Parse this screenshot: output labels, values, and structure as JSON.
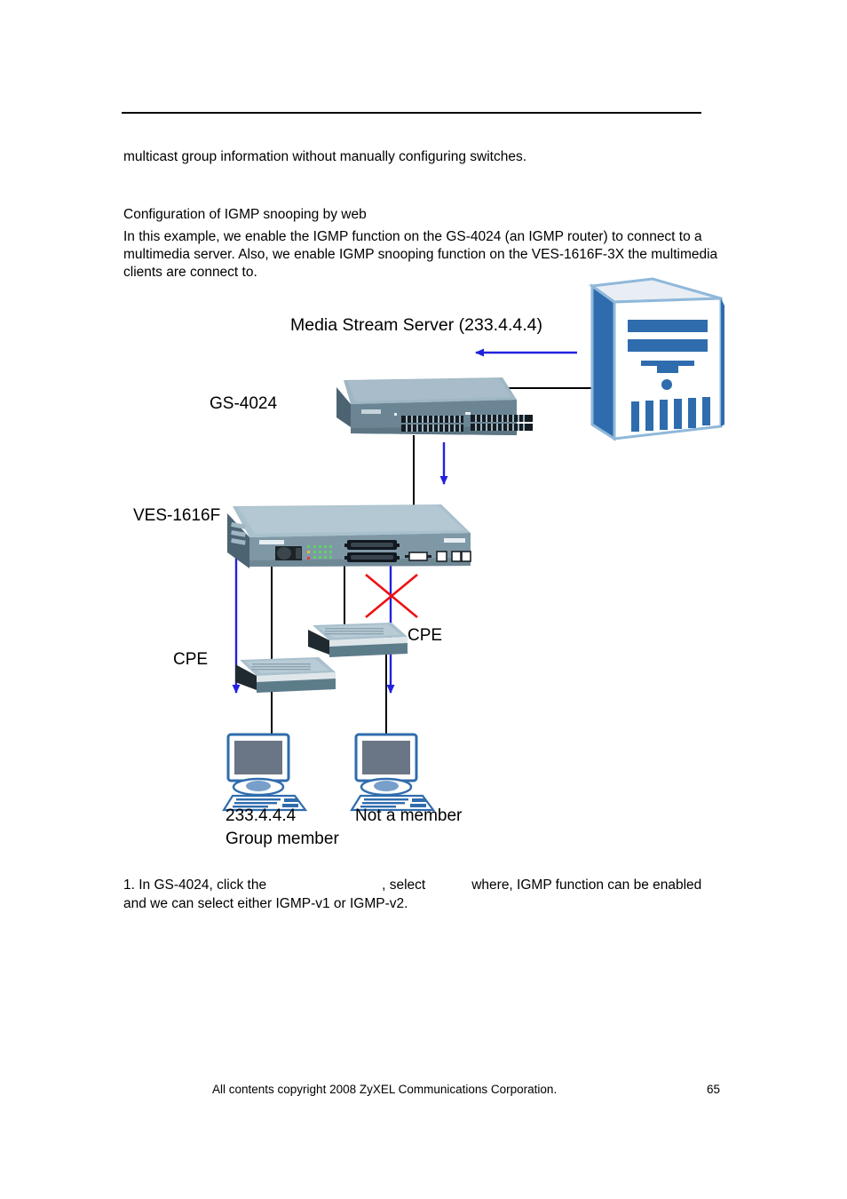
{
  "document": {
    "paragraphs": {
      "intro": "multicast group information without manually configuring switches.",
      "config_heading": "Configuration of IGMP snooping by web",
      "config_body": "In this example, we enable the IGMP function on the GS-4024 (an IGMP router) to connect to a multimedia server. Also, we enable IGMP snooping function on the VES-1616F-3X the multimedia clients are connect to."
    },
    "step": {
      "part1": "1. In GS-4024, click the",
      "part2": ", select",
      "part3": "where, IGMP function can be enabled and we can select either IGMP-v1 or IGMP-v2."
    },
    "footer": {
      "copyright": "All contents copyright 2008 ZyXEL Communications Corporation.",
      "page_number": "65"
    }
  },
  "diagram": {
    "title": "IGMP snooping network topology",
    "labels": {
      "server": "Media Stream Server (233.4.4.4)",
      "switch": "GS-4024",
      "dslam": "VES-1616F",
      "cpe_left": "CPE",
      "cpe_right": "CPE",
      "pc_left_address": "233.4.4.4",
      "pc_left_role": "Group member",
      "pc_right_role": "Not a member"
    },
    "colors": {
      "server_body": "#2f6cad",
      "server_shade": "#3a7bbf",
      "switch_top": "#9fb6c4",
      "switch_front": "#6b8594",
      "dslam_top": "#a9c0cd",
      "dslam_front": "#7f98a6",
      "cpe_top": "#a9c0cd",
      "cpe_front": "#5d7c8a",
      "monitor_outline": "#2f6cad",
      "monitor_screen": "#6a7585",
      "flow_arrow": "#2222dd",
      "blocked_mark": "#ee1111",
      "wire": "#000000"
    },
    "flows": [
      {
        "name": "server-to-switch-stream",
        "from": "server",
        "to": "switch",
        "blocked": false
      },
      {
        "name": "switch-to-dslam-stream",
        "from": "switch",
        "to": "dslam",
        "blocked": false
      },
      {
        "name": "dslam-to-left-pc-stream",
        "from": "dslam",
        "to": "pc-left",
        "blocked": false
      },
      {
        "name": "dslam-to-right-pc-stream",
        "from": "dslam",
        "to": "pc-right",
        "blocked": true
      }
    ]
  }
}
